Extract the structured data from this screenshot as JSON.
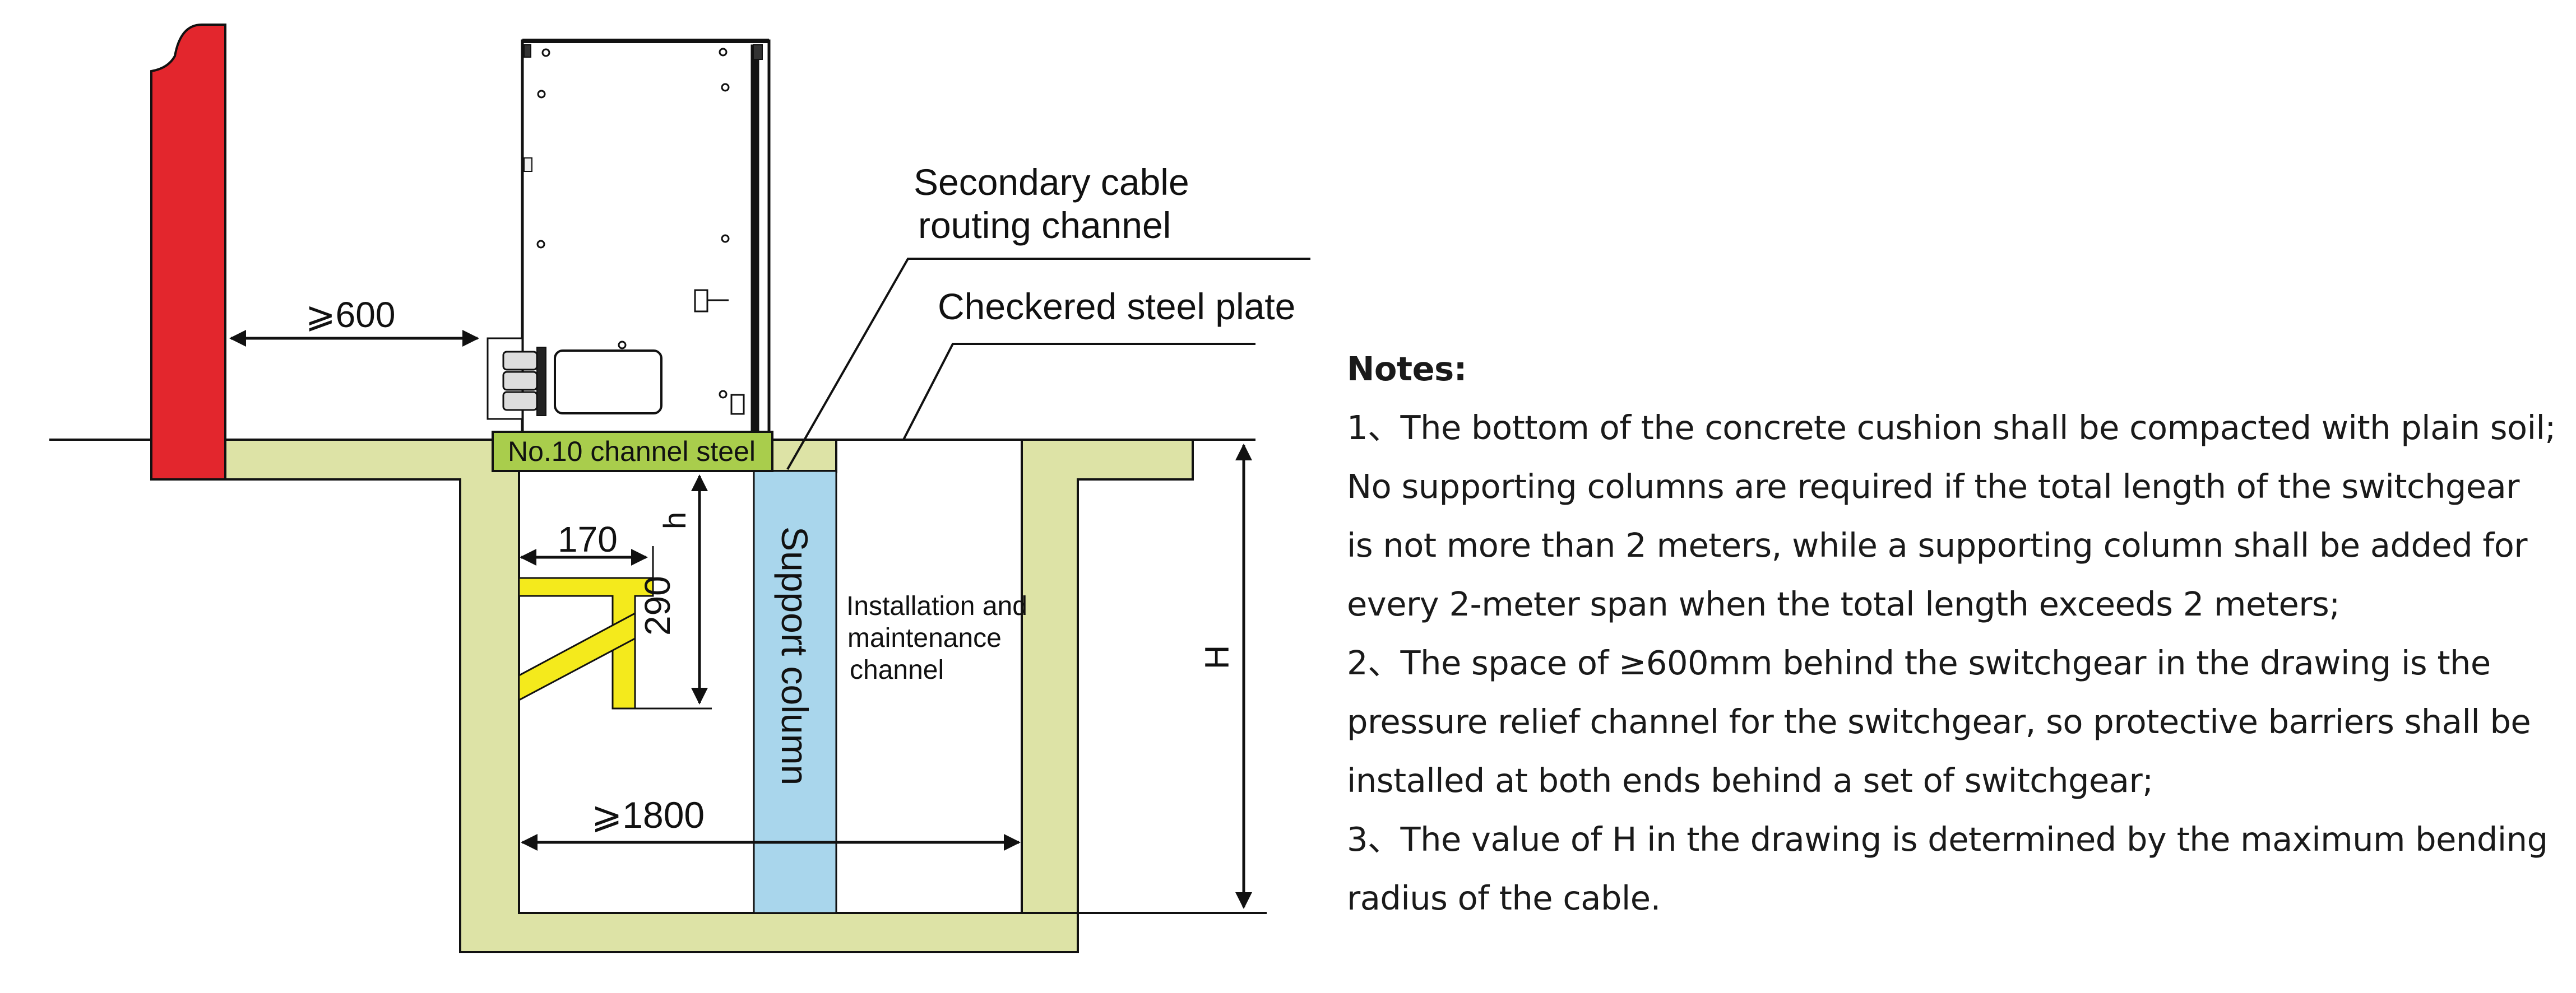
{
  "diagram": {
    "labels": {
      "clearance_rear": "⩾600",
      "channel_steel": "No.10 channel steel",
      "secondary_cable_line1": "Secondary cable",
      "secondary_cable_line2": "routing channel",
      "checkered_plate": "Checkered steel plate",
      "support_column": "Support column",
      "maintenance_line1": "Installation and",
      "maintenance_line2": "maintenance",
      "maintenance_line3": "channel",
      "bracket_width": "170",
      "bracket_height": "290",
      "h_label": "h",
      "trench_width": "⩾1800",
      "trench_depth": "H"
    },
    "colors": {
      "wall": "#e3262d",
      "concrete": "#dde3a6",
      "channel_steel": "#a9cd4c",
      "support_column": "#a9d6ec",
      "bracket": "#f4ea1c",
      "line": "#111111"
    }
  },
  "notes": {
    "title": "Notes:",
    "lines": [
      "1、The bottom of the concrete cushion shall be compacted with plain soil;",
      "No supporting columns are required if the total length of the switchgear",
      "is not more than 2 meters, while a supporting column shall be added for",
      "every 2-meter span when the total length exceeds 2 meters;",
      "2、The space of ≥600mm behind the switchgear in the drawing is the",
      "pressure relief channel for the switchgear, so protective barriers shall be",
      "installed at both ends behind a set of switchgear;",
      "3、The value of H in the drawing is determined by the maximum bending",
      "radius of the cable."
    ]
  }
}
